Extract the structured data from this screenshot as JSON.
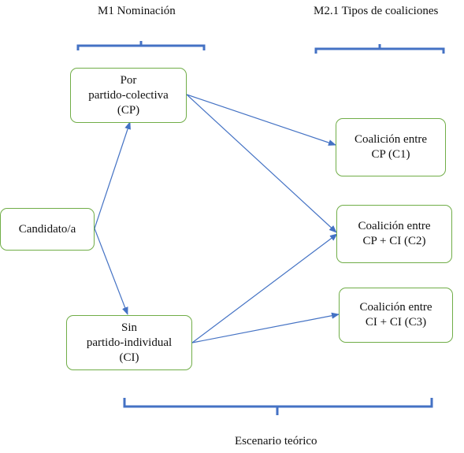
{
  "colors": {
    "node_border": "#70ad47",
    "arrow": "#4472c4",
    "bracket": "#4472c4",
    "text": "#111111"
  },
  "headers": {
    "m1": "M1 Nominación",
    "m2": "M2.1 Tipos de coaliciones",
    "footer": "Escenario teórico"
  },
  "nodes": {
    "candidate": {
      "lines": [
        "Candidato/a"
      ]
    },
    "cp": {
      "lines": [
        "Por",
        "partido-colectiva",
        "(CP)"
      ]
    },
    "ci": {
      "lines": [
        "Sin",
        "partido-individual",
        "(CI)"
      ]
    },
    "c1": {
      "lines": [
        "Coalición entre",
        "CP (C1)"
      ]
    },
    "c2": {
      "lines": [
        "Coalición entre",
        "CP + CI (C2)"
      ]
    },
    "c3": {
      "lines": [
        "Coalición entre",
        "CI + CI (C3)"
      ]
    }
  },
  "edges": [
    {
      "from": "candidate",
      "to": "cp"
    },
    {
      "from": "candidate",
      "to": "ci"
    },
    {
      "from": "cp",
      "to": "c1"
    },
    {
      "from": "cp",
      "to": "c2"
    },
    {
      "from": "ci",
      "to": "c2"
    },
    {
      "from": "ci",
      "to": "c3"
    }
  ]
}
